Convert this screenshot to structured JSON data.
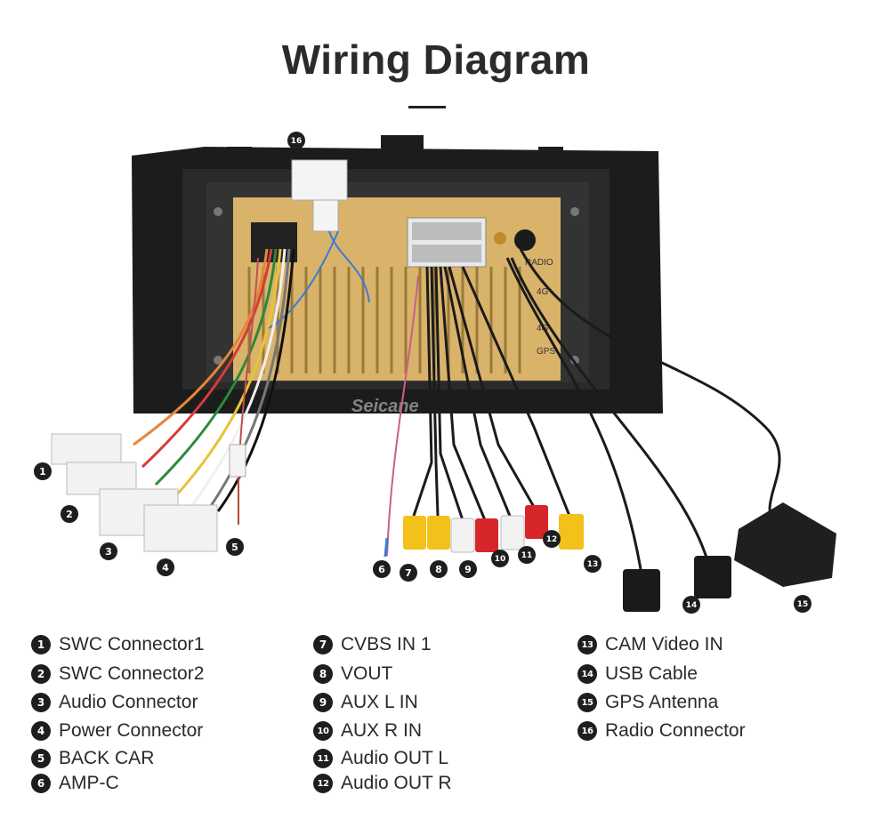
{
  "header": {
    "title": "Wiring Diagram"
  },
  "brand": {
    "watermark": "Seicane"
  },
  "unit_labels": {
    "radio": "RADIO",
    "fourg_plus": "4G+",
    "fourg": "4G",
    "gps": "GPS"
  },
  "colors": {
    "unit_frame": "#1a1a1a",
    "board": "#d9b36a",
    "cable": "#1b1b1b",
    "rca_yellow": "#f2c21b",
    "rca_white": "#f2f2f2",
    "rca_red": "#d7262b",
    "badge": "#1e1e1e"
  },
  "callouts": {
    "c1": "1",
    "c2": "2",
    "c3": "3",
    "c4": "4",
    "c5": "5",
    "c6": "6",
    "c7": "7",
    "c8": "8",
    "c9": "9",
    "c10": "10",
    "c11": "11",
    "c12": "12",
    "c13": "13",
    "c14": "14",
    "c15": "15",
    "c16": "16"
  },
  "legend": {
    "col1": [
      {
        "num": "1",
        "label": "SWC Connector1"
      },
      {
        "num": "2",
        "label": "SWC Connector2"
      },
      {
        "num": "3",
        "label": "Audio Connector"
      },
      {
        "num": "4",
        "label": "Power Connector"
      },
      {
        "num": "5",
        "label": "BACK CAR"
      },
      {
        "num": "6",
        "label": "AMP-C"
      }
    ],
    "col2": [
      {
        "num": "7",
        "label": "CVBS IN 1"
      },
      {
        "num": "8",
        "label": "VOUT"
      },
      {
        "num": "9",
        "label": "AUX L IN"
      },
      {
        "num": "10",
        "label": "AUX R IN"
      },
      {
        "num": "11",
        "label": "Audio OUT L"
      },
      {
        "num": "12",
        "label": "Audio OUT R"
      }
    ],
    "col3": [
      {
        "num": "13",
        "label": "CAM Video IN"
      },
      {
        "num": "14",
        "label": "USB Cable"
      },
      {
        "num": "15",
        "label": "GPS Antenna"
      },
      {
        "num": "16",
        "label": "Radio Connector"
      }
    ]
  }
}
